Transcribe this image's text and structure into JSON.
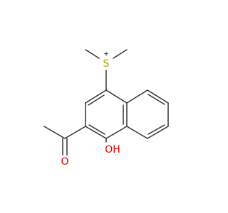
{
  "molecule": {
    "atoms": {
      "sulfur": {
        "symbol": "S",
        "charge": "+",
        "color": "#b3a300"
      },
      "carbonyl_oxygen": {
        "symbol": "O",
        "color": "#e00000"
      },
      "hydroxyl": {
        "symbol": "OH",
        "color": "#e00000"
      }
    }
  }
}
